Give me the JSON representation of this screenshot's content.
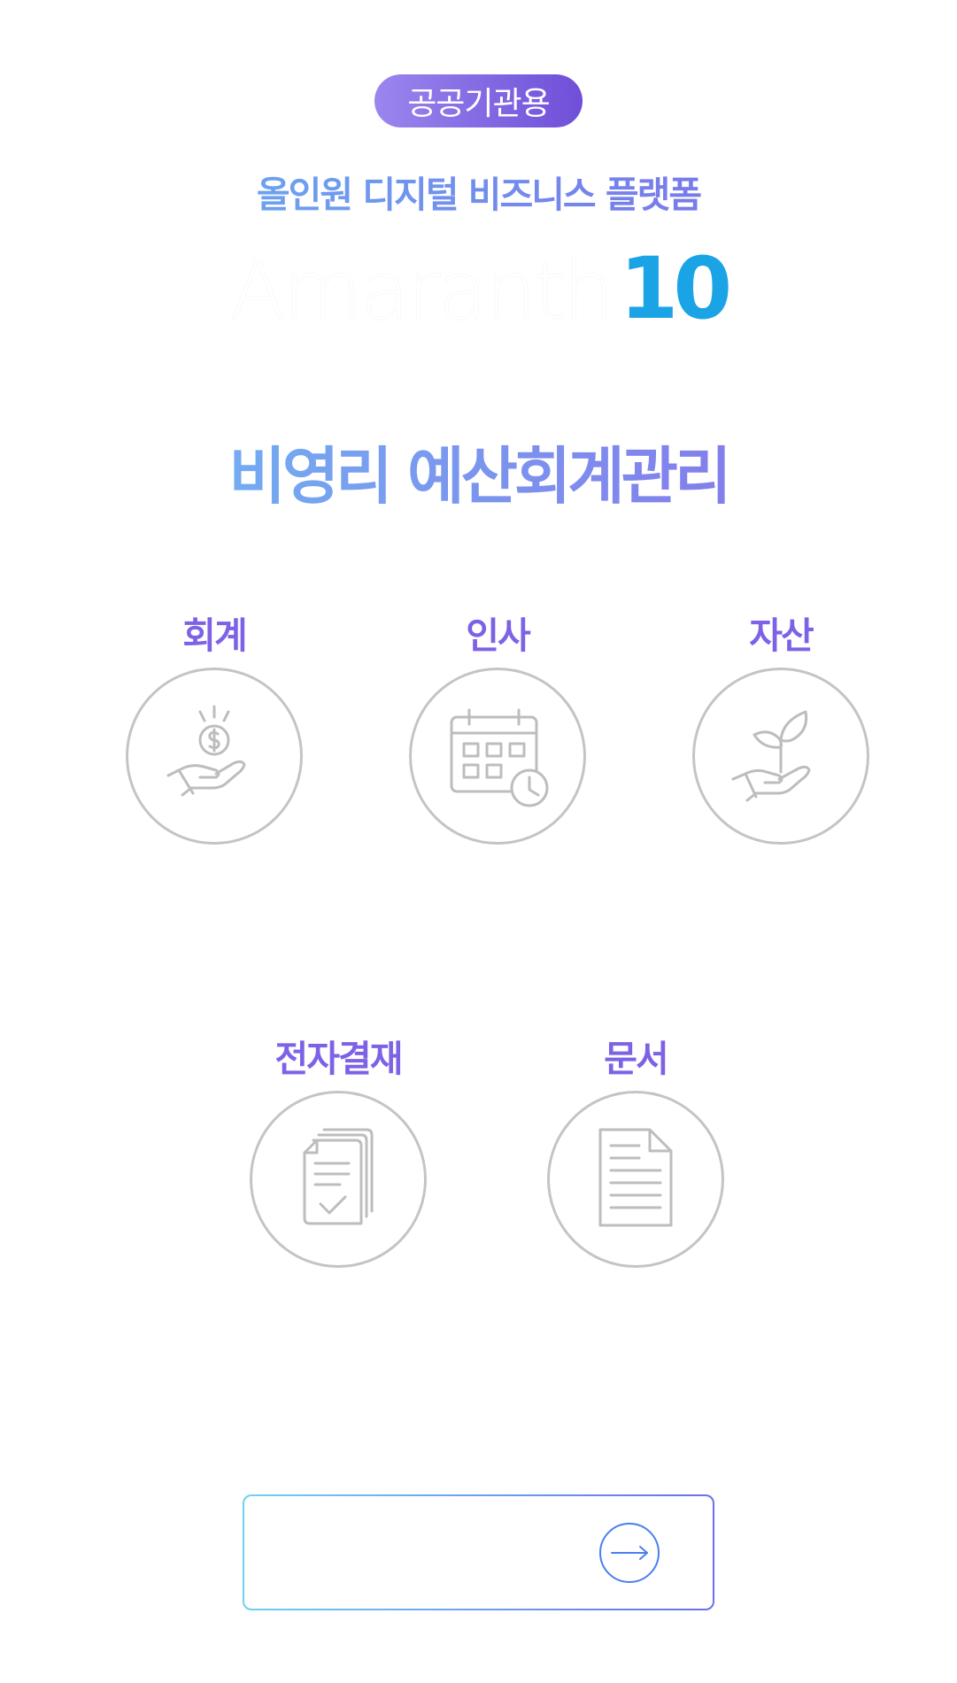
{
  "header": {
    "badge": "공공기관용",
    "subtitle": "올인원 디지털 비즈니스 플랫폼",
    "brand_name": "Amaranth",
    "brand_version": "10"
  },
  "product_title": "비영리 예산회계관리",
  "modules": [
    {
      "label": "회계",
      "icon": "money-hand-icon"
    },
    {
      "label": "인사",
      "icon": "calendar-clock-icon"
    },
    {
      "label": "자산",
      "icon": "plant-hand-icon"
    },
    {
      "label": "전자결재",
      "icon": "approval-docs-icon"
    },
    {
      "label": "문서",
      "icon": "document-icon"
    }
  ],
  "login": {
    "go_icon": "arrow-right-icon"
  },
  "colors": {
    "badge": "#7a5de0",
    "gradient_start": "#66b8f3",
    "gradient_end": "#7f64e6",
    "brand_version": "#1aa4e6",
    "icon_gray": "#c4c4c4"
  }
}
